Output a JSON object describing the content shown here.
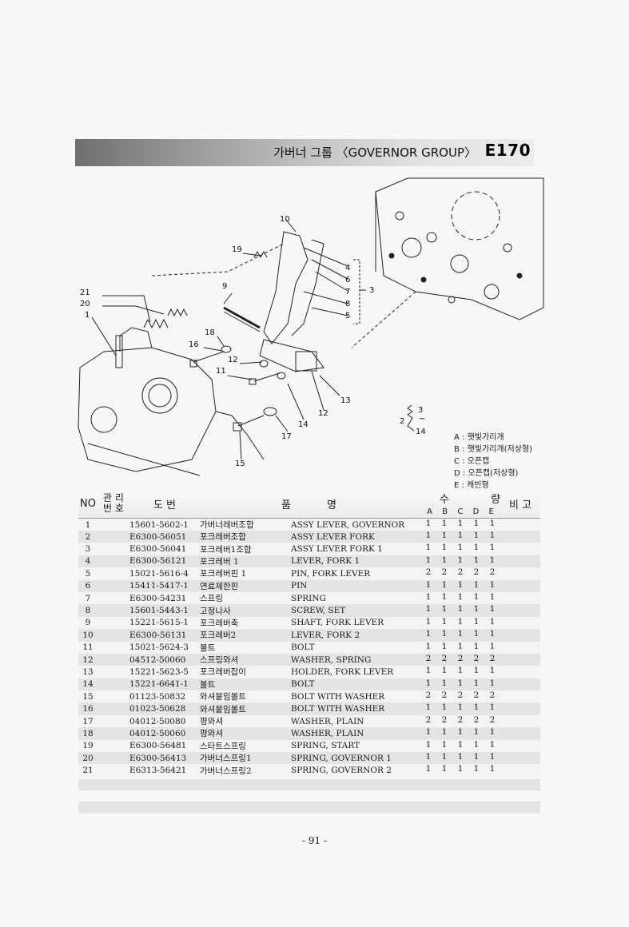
{
  "header": {
    "title": "가버너 그룹 〈GOVERNOR GROUP〉",
    "code": "E170"
  },
  "diagram": {
    "callouts": [
      "10",
      "19",
      "4",
      "6",
      "7",
      "8",
      "5",
      "3",
      "9",
      "21",
      "20",
      "1",
      "18",
      "16",
      "12",
      "11",
      "13",
      "12",
      "14",
      "17",
      "15",
      "3",
      "~",
      "14",
      "2"
    ],
    "legend": [
      "A : 햇빛가리개",
      "B : 햇빛가리개(저상형)",
      "C : 오픈캡",
      "D : 오픈캡(저상형)",
      "E : 캐빈형"
    ]
  },
  "table": {
    "headers": {
      "no": "NO",
      "mng_top": "관 리",
      "mng_bottom": "번 호",
      "drawing": "도 번",
      "name_1": "품",
      "name_2": "명",
      "qty": "수 량",
      "qty_cols": [
        "A",
        "B",
        "C",
        "D",
        "E"
      ],
      "remark": "비 고"
    },
    "rows": [
      {
        "no": "1",
        "part": "15601-5602-1",
        "kr": "가버너레버조합",
        "en": "ASSY LEVER, GOVERNOR",
        "q": [
          "1",
          "1",
          "1",
          "1",
          "1"
        ]
      },
      {
        "no": "2",
        "part": "E6300-56051",
        "kr": "포크레버조합",
        "en": "ASSY LEVER FORK",
        "q": [
          "1",
          "1",
          "1",
          "1",
          "1"
        ]
      },
      {
        "no": "3",
        "part": "E6300-56041",
        "kr": "포크레버1조합",
        "en": "ASSY LEVER FORK 1",
        "q": [
          "1",
          "1",
          "1",
          "1",
          "1"
        ]
      },
      {
        "no": "4",
        "part": "E6300-56121",
        "kr": "포크레버 1",
        "en": "LEVER, FORK 1",
        "q": [
          "1",
          "1",
          "1",
          "1",
          "1"
        ]
      },
      {
        "no": "5",
        "part": "15021-5616-4",
        "kr": "포크레버핀 1",
        "en": "PIN, FORK LEVER",
        "q": [
          "2",
          "2",
          "2",
          "2",
          "2"
        ]
      },
      {
        "no": "6",
        "part": "15411-5417-1",
        "kr": "연료제한핀",
        "en": "PIN",
        "q": [
          "1",
          "1",
          "1",
          "1",
          "1"
        ]
      },
      {
        "no": "7",
        "part": "E6300-54231",
        "kr": "스프링",
        "en": "SPRING",
        "q": [
          "1",
          "1",
          "1",
          "1",
          "1"
        ]
      },
      {
        "no": "8",
        "part": "15601-5443-1",
        "kr": "고정나사",
        "en": "SCREW, SET",
        "q": [
          "1",
          "1",
          "1",
          "1",
          "1"
        ]
      },
      {
        "no": "9",
        "part": "15221-5615-1",
        "kr": "포크레버축",
        "en": "SHAFT, FORK LEVER",
        "q": [
          "1",
          "1",
          "1",
          "1",
          "1"
        ]
      },
      {
        "no": "10",
        "part": "E6300-56131",
        "kr": "포크레버2",
        "en": "LEVER, FORK 2",
        "q": [
          "1",
          "1",
          "1",
          "1",
          "1"
        ]
      },
      {
        "no": "11",
        "part": "15021-5624-3",
        "kr": "볼트",
        "en": "BOLT",
        "q": [
          "1",
          "1",
          "1",
          "1",
          "1"
        ]
      },
      {
        "no": "12",
        "part": "04512-50060",
        "kr": "스프링와셔",
        "en": "WASHER, SPRING",
        "q": [
          "2",
          "2",
          "2",
          "2",
          "2"
        ]
      },
      {
        "no": "13",
        "part": "15221-5623-5",
        "kr": "포크레버잡이",
        "en": "HOLDER, FORK LEVER",
        "q": [
          "1",
          "1",
          "1",
          "1",
          "1"
        ]
      },
      {
        "no": "14",
        "part": "15221-6641-1",
        "kr": "볼트",
        "en": "BOLT",
        "q": [
          "1",
          "1",
          "1",
          "1",
          "1"
        ]
      },
      {
        "no": "15",
        "part": "01123-50832",
        "kr": "와셔붙임볼트",
        "en": "BOLT WITH WASHER",
        "q": [
          "2",
          "2",
          "2",
          "2",
          "2"
        ]
      },
      {
        "no": "16",
        "part": "01023-50628",
        "kr": "와셔붙임볼트",
        "en": "BOLT WITH WASHER",
        "q": [
          "1",
          "1",
          "1",
          "1",
          "1"
        ]
      },
      {
        "no": "17",
        "part": "04012-50080",
        "kr": "평와셔",
        "en": "WASHER, PLAIN",
        "q": [
          "2",
          "2",
          "2",
          "2",
          "2"
        ]
      },
      {
        "no": "18",
        "part": "04012-50060",
        "kr": "평와셔",
        "en": "WASHER, PLAIN",
        "q": [
          "1",
          "1",
          "1",
          "1",
          "1"
        ]
      },
      {
        "no": "19",
        "part": "E6300-56481",
        "kr": "스타트스프링",
        "en": "SPRING, START",
        "q": [
          "1",
          "1",
          "1",
          "1",
          "1"
        ]
      },
      {
        "no": "20",
        "part": "E6300-56413",
        "kr": "가버너스프링1",
        "en": "SPRING, GOVERNOR 1",
        "q": [
          "1",
          "1",
          "1",
          "1",
          "1"
        ]
      },
      {
        "no": "21",
        "part": "E6313-56421",
        "kr": "가버너스프링2",
        "en": "SPRING, GOVERNOR 2",
        "q": [
          "1",
          "1",
          "1",
          "1",
          "1"
        ]
      }
    ]
  },
  "footer": {
    "page": "- 91 -"
  }
}
